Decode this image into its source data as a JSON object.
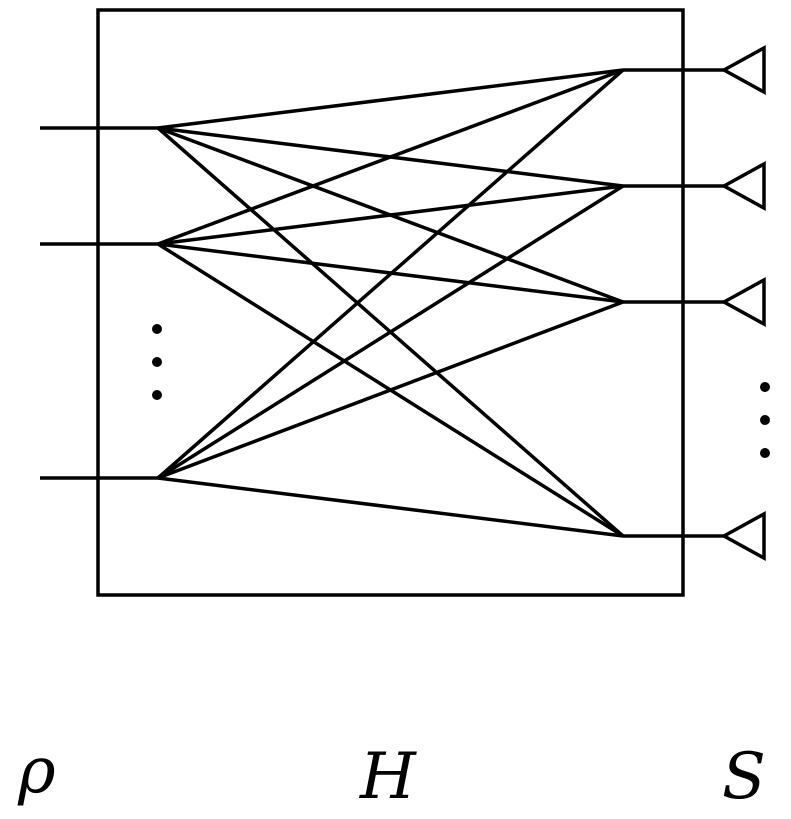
{
  "labels": {
    "left": "ρ",
    "center": "H",
    "right": "S"
  },
  "inputs": [
    "input-1",
    "input-2",
    "input-n"
  ],
  "outputs": [
    "output-1",
    "output-2",
    "output-3",
    "output-m"
  ],
  "connections": "all-to-all",
  "ellipsis_glyph": "vertical-dots",
  "colors": {
    "stroke": "#000000",
    "background": "#ffffff"
  }
}
